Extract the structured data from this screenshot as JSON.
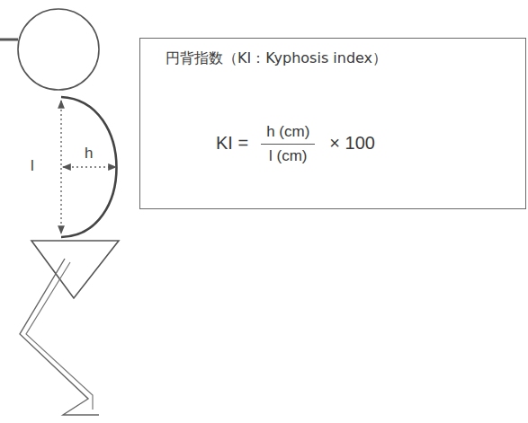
{
  "diagram": {
    "nodes": [
      {
        "text": [
          "円背指数（KI：Kyphosis index）",
          "KI =",
          "h (cm)",
          "l (cm)",
          "× 100"
        ]
      }
    ],
    "labels": [
      "l",
      "h"
    ]
  }
}
